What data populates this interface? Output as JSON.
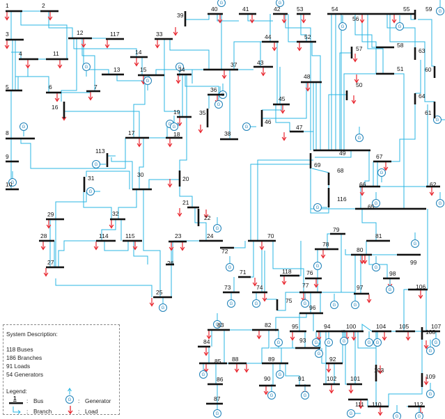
{
  "colors": {
    "branch": "#29b6e3",
    "bus": "#111111",
    "load": "#e8262e",
    "generator": "#1b7fb7"
  },
  "buses": [
    {
      "n": "1"
    },
    {
      "n": "2"
    },
    {
      "n": "3"
    },
    {
      "n": "4"
    },
    {
      "n": "5"
    },
    {
      "n": "6"
    },
    {
      "n": "7"
    },
    {
      "n": "8"
    },
    {
      "n": "9"
    },
    {
      "n": "10"
    },
    {
      "n": "11"
    },
    {
      "n": "12"
    },
    {
      "n": "13"
    },
    {
      "n": "14"
    },
    {
      "n": "15"
    },
    {
      "n": "16"
    },
    {
      "n": "17"
    },
    {
      "n": "18"
    },
    {
      "n": "19"
    },
    {
      "n": "20"
    },
    {
      "n": "21"
    },
    {
      "n": "22"
    },
    {
      "n": "23"
    },
    {
      "n": "24"
    },
    {
      "n": "25"
    },
    {
      "n": "26"
    },
    {
      "n": "27"
    },
    {
      "n": "28"
    },
    {
      "n": "29"
    },
    {
      "n": "30"
    },
    {
      "n": "31"
    },
    {
      "n": "32"
    },
    {
      "n": "33"
    },
    {
      "n": "34"
    },
    {
      "n": "35"
    },
    {
      "n": "36"
    },
    {
      "n": "37"
    },
    {
      "n": "38"
    },
    {
      "n": "39"
    },
    {
      "n": "40"
    },
    {
      "n": "41"
    },
    {
      "n": "42"
    },
    {
      "n": "43"
    },
    {
      "n": "44"
    },
    {
      "n": "45"
    },
    {
      "n": "46"
    },
    {
      "n": "47"
    },
    {
      "n": "48"
    },
    {
      "n": "49"
    },
    {
      "n": "50"
    },
    {
      "n": "51"
    },
    {
      "n": "52"
    },
    {
      "n": "53"
    },
    {
      "n": "54"
    },
    {
      "n": "55"
    },
    {
      "n": "56"
    },
    {
      "n": "57"
    },
    {
      "n": "58"
    },
    {
      "n": "59"
    },
    {
      "n": "60"
    },
    {
      "n": "61"
    },
    {
      "n": "62"
    },
    {
      "n": "63"
    },
    {
      "n": "64"
    },
    {
      "n": "65"
    },
    {
      "n": "66"
    },
    {
      "n": "67"
    },
    {
      "n": "68"
    },
    {
      "n": "69"
    },
    {
      "n": "70"
    },
    {
      "n": "71"
    },
    {
      "n": "72"
    },
    {
      "n": "73"
    },
    {
      "n": "74"
    },
    {
      "n": "75"
    },
    {
      "n": "76"
    },
    {
      "n": "77"
    },
    {
      "n": "78"
    },
    {
      "n": "79"
    },
    {
      "n": "80"
    },
    {
      "n": "81"
    },
    {
      "n": "82"
    },
    {
      "n": "83"
    },
    {
      "n": "84"
    },
    {
      "n": "85"
    },
    {
      "n": "86"
    },
    {
      "n": "87"
    },
    {
      "n": "88"
    },
    {
      "n": "89"
    },
    {
      "n": "90"
    },
    {
      "n": "91"
    },
    {
      "n": "92"
    },
    {
      "n": "93"
    },
    {
      "n": "94"
    },
    {
      "n": "95"
    },
    {
      "n": "96"
    },
    {
      "n": "97"
    },
    {
      "n": "98"
    },
    {
      "n": "99"
    },
    {
      "n": "100"
    },
    {
      "n": "101"
    },
    {
      "n": "102"
    },
    {
      "n": "103"
    },
    {
      "n": "104"
    },
    {
      "n": "105"
    },
    {
      "n": "106"
    },
    {
      "n": "107"
    },
    {
      "n": "108"
    },
    {
      "n": "109"
    },
    {
      "n": "110"
    },
    {
      "n": "111"
    },
    {
      "n": "112"
    },
    {
      "n": "113"
    },
    {
      "n": "114"
    },
    {
      "n": "115"
    },
    {
      "n": "116"
    },
    {
      "n": "117"
    },
    {
      "n": "118"
    }
  ],
  "generator_symbol": "G",
  "description": {
    "title": "System Description:",
    "stats": [
      "118 Buses",
      "186 Branches",
      "91  Loads",
      "54  Generators"
    ],
    "legend_title": "Legend:",
    "legend": {
      "bus_sample": "1",
      "bus": "Bus",
      "generator": "Generator",
      "branch": "Branch",
      "load": "Load",
      "separator": ":"
    }
  }
}
